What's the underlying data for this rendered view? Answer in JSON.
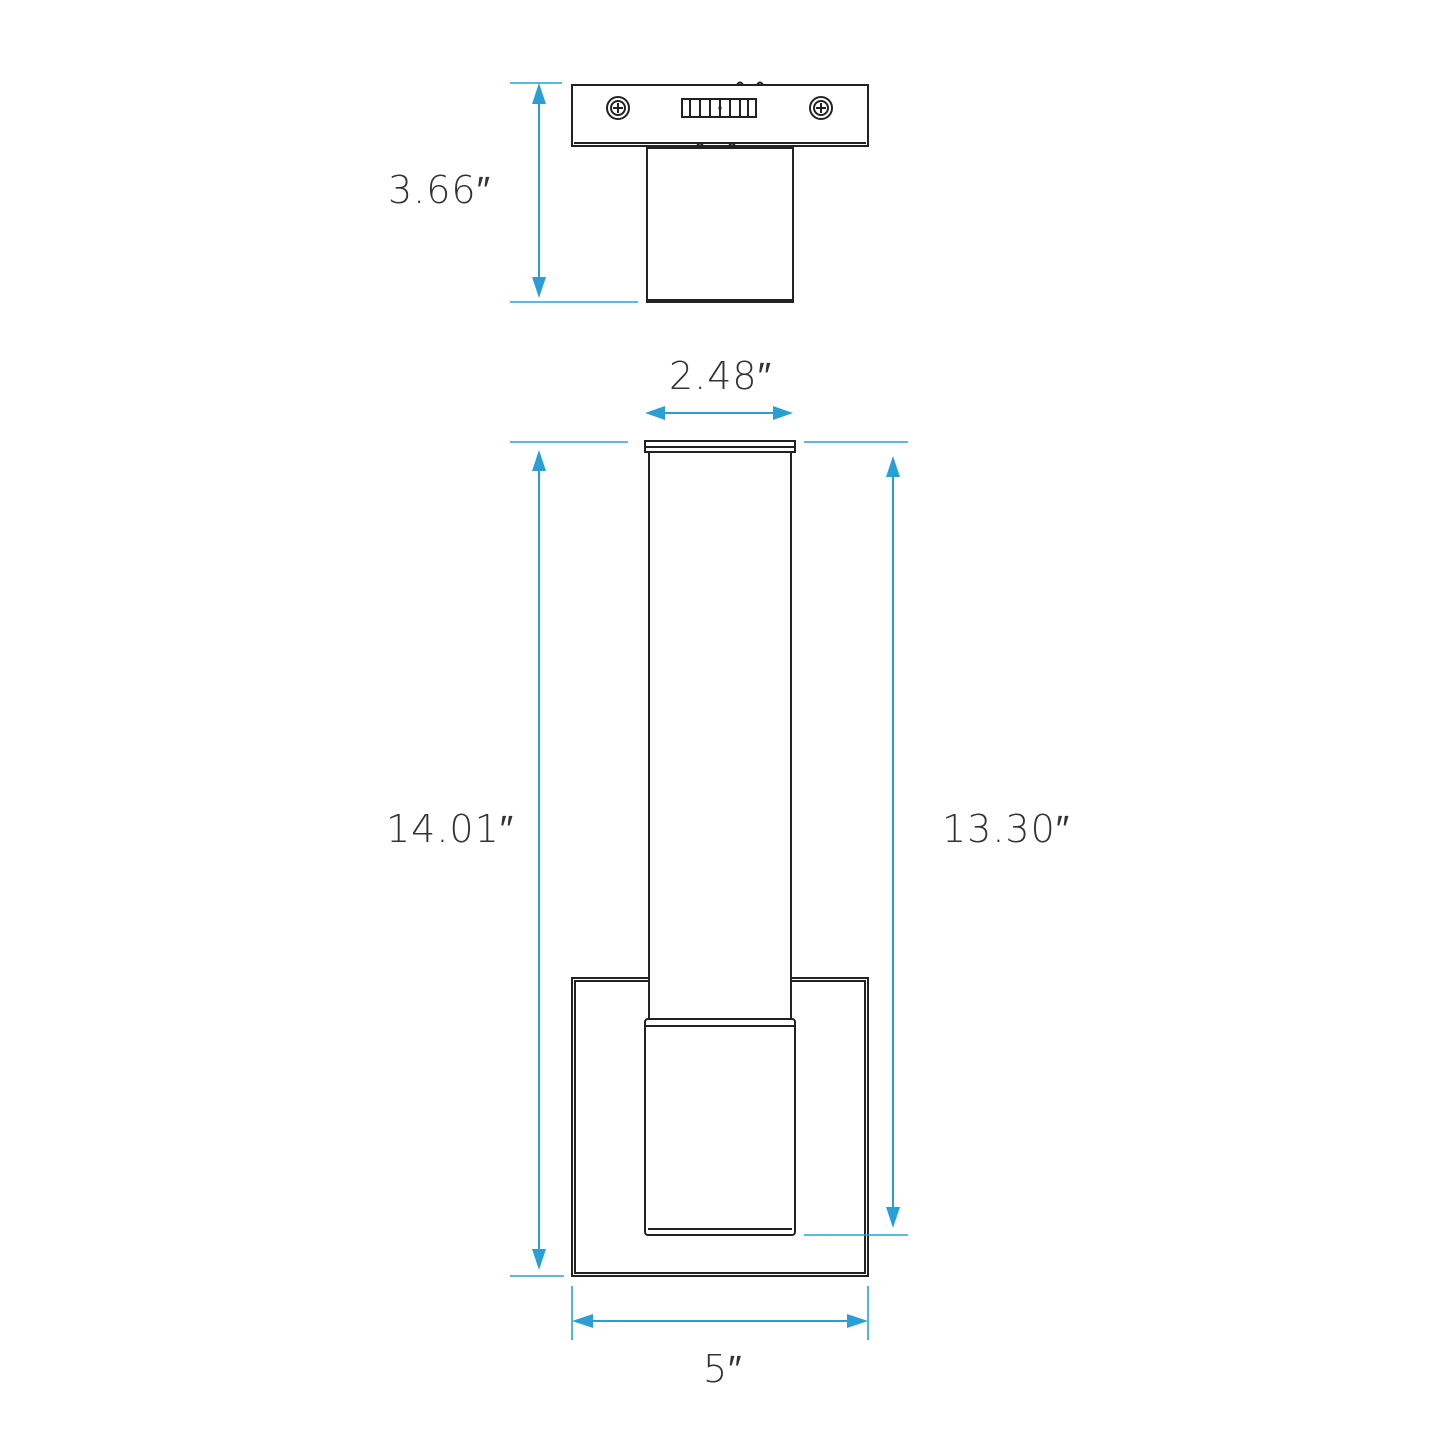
{
  "dimensions": {
    "depth": "3.66″",
    "tube_width": "2.48″",
    "overall_height": "14.01″",
    "tube_height": "13.30″",
    "backplate_width": "5″"
  },
  "colors": {
    "dimension": "#2a9fd6",
    "outline": "#222222",
    "label": "#333333"
  }
}
